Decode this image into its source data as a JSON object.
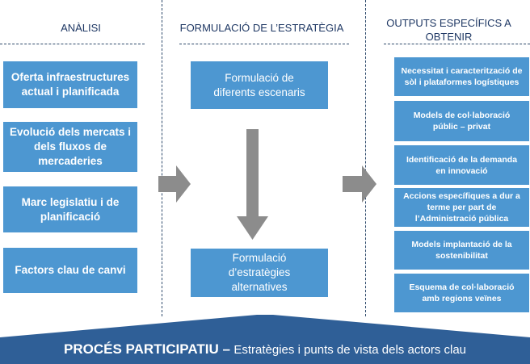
{
  "columns": {
    "analysis": {
      "header": "ANÀLISI"
    },
    "strategy": {
      "header": "FORMULACIÓ DE L’ESTRATÈGIA"
    },
    "outputs": {
      "header_line1": "OUTPUTS ESPECÍFICS A",
      "header_line2": "OBTENIR"
    }
  },
  "analysis_boxes": [
    {
      "line1": "Oferta infraestructures",
      "line2": "actual i planificada"
    },
    {
      "line1": "Evolució dels mercats i",
      "line2": "dels fluxos de",
      "line3": "mercaderies"
    },
    {
      "line1": "Marc legislatiu i de",
      "line2": "planificació"
    },
    {
      "line1": "Factors clau de canvi"
    }
  ],
  "strategy_boxes": [
    {
      "line1": "Formulació de",
      "line2": "diferents escenaris"
    },
    {
      "line1": "Formulació",
      "line2": "d’estratègies",
      "line3": "alternatives"
    }
  ],
  "output_boxes": [
    {
      "line1": "Necessitat i caracterització de",
      "line2": "sòl i plataformes logístiques"
    },
    {
      "line1": "Models de col·laboració",
      "line2": "públic – privat"
    },
    {
      "line1": "Identificació de la demanda",
      "line2": "en innovació"
    },
    {
      "line1": "Accions específiques a dur a",
      "line2": "terme per part de",
      "line3": "l’Administració pública"
    },
    {
      "line1": "Models implantació de la",
      "line2": "sostenibilitat"
    },
    {
      "line1": "Esquema de col·laboració",
      "line2": "amb regions veïnes"
    }
  ],
  "banner": {
    "title": "PROCÉS PARTICIPATIU –",
    "subtitle": "Estratègies i punts de vista dels actors clau"
  },
  "colors": {
    "box_fill": "#4d97d1",
    "banner_fill": "#2f5f97",
    "arrow_fill": "#8c8c8c",
    "header_text": "#1f3864"
  }
}
